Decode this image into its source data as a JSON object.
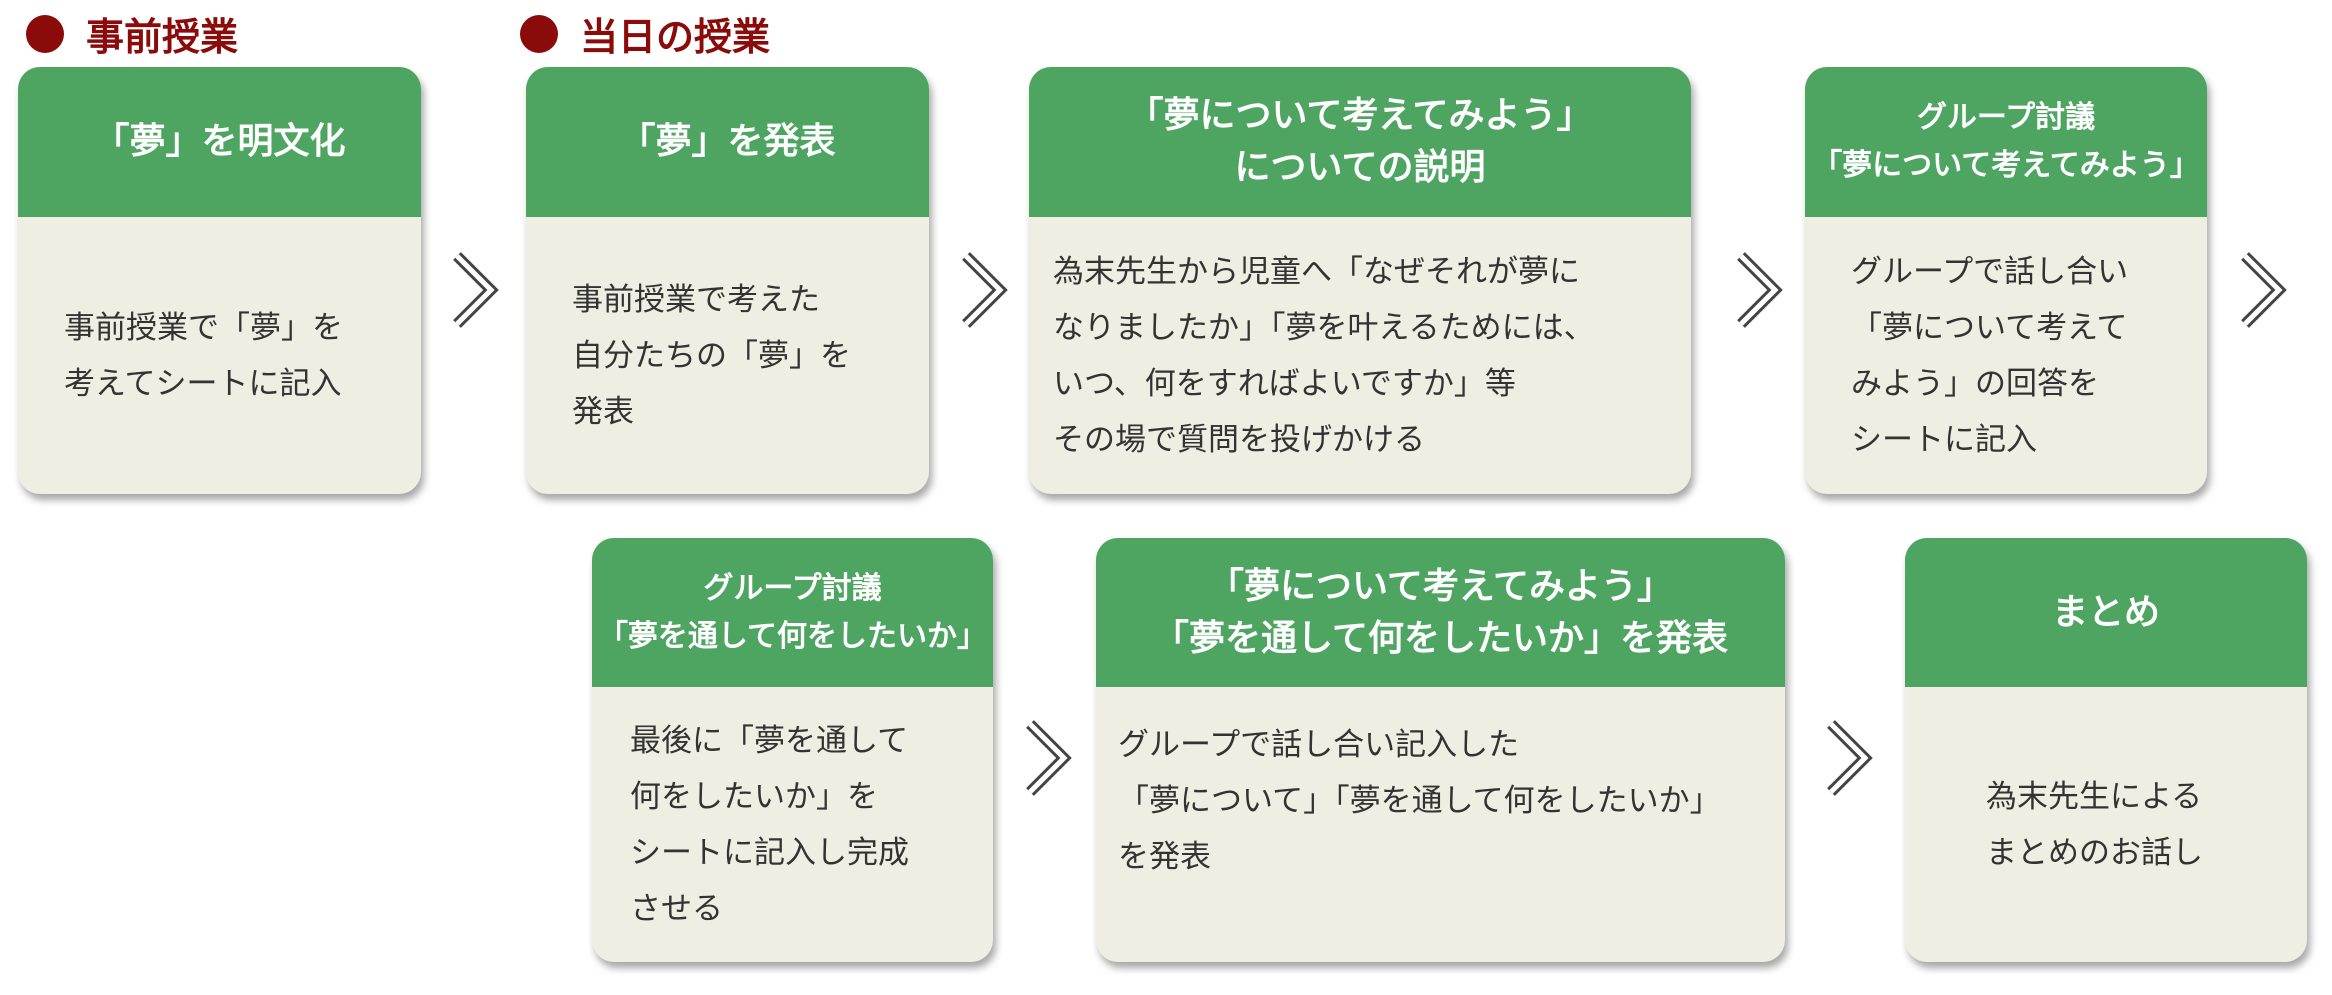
{
  "sections": {
    "pre": "事前授業",
    "day": "当日の授業"
  },
  "colors": {
    "section": "#8b0a0a",
    "header": "#4ea562",
    "body": "#eeeee2"
  },
  "cards": [
    {
      "title": [
        "「夢」を明文化"
      ],
      "body": [
        "事前授業で「夢」を",
        "考えてシートに記入"
      ]
    },
    {
      "title": [
        "「夢」を発表"
      ],
      "body": [
        "事前授業で考えた",
        "自分たちの「夢」を",
        "発表"
      ]
    },
    {
      "title": [
        "「夢について考えてみよう」",
        "についての説明"
      ],
      "body": [
        "為末先生から児童へ「なぜそれが夢に",
        "なりましたか」「夢を叶えるためには、",
        "いつ、何をすればよいですか」等",
        "その場で質問を投げかける"
      ]
    },
    {
      "title": [
        "グループ討議",
        "「夢について考えてみよう」"
      ],
      "body": [
        "グループで話し合い",
        "「夢について考えて",
        "みよう」の回答を",
        "シートに記入"
      ]
    },
    {
      "title": [
        "グループ討議",
        "「夢を通して何をしたいか」"
      ],
      "body": [
        "最後に「夢を通して",
        "何をしたいか」を",
        "シートに記入し完成",
        "させる"
      ]
    },
    {
      "title": [
        "「夢について考えてみよう」",
        "「夢を通して何をしたいか」を発表"
      ],
      "body": [
        "グループで話し合い記入した",
        "「夢について」「夢を通して何をしたいか」",
        "を発表"
      ]
    },
    {
      "title": [
        "まとめ"
      ],
      "body": [
        "為末先生による",
        "まとめのお話し"
      ]
    }
  ]
}
